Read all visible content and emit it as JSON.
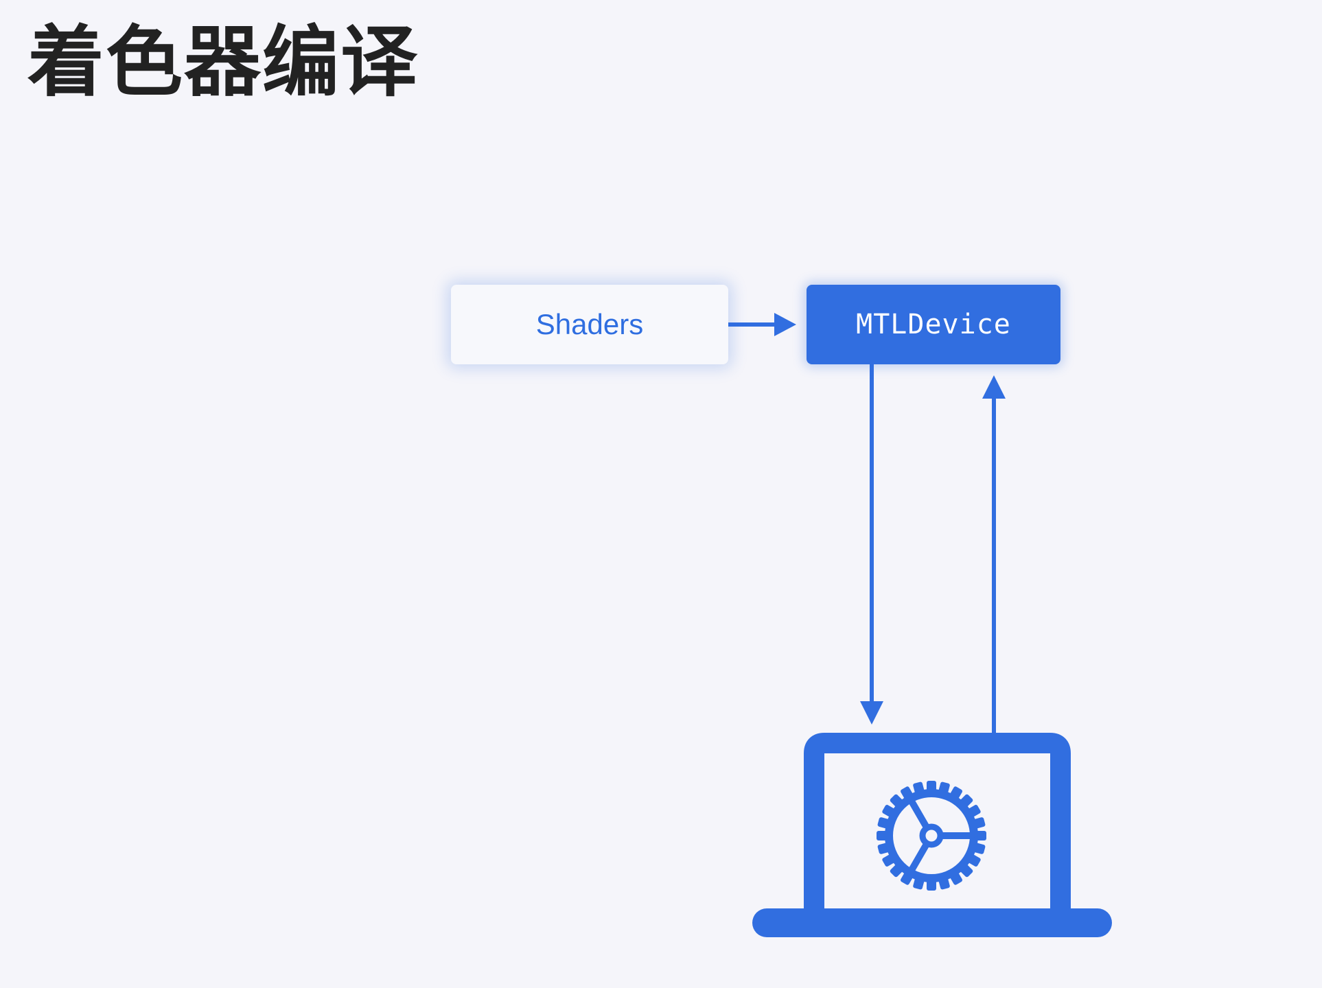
{
  "slide": {
    "title": "着色器编译"
  },
  "diagram": {
    "accent_color": "#316ee0",
    "background_color": "#f5f5fa",
    "nodes": {
      "shaders": {
        "label": "Shaders"
      },
      "device": {
        "label": "MTLDevice"
      },
      "compiler": {
        "icon": "laptop-gear-icon"
      }
    },
    "edges": [
      {
        "from": "shaders",
        "to": "device"
      },
      {
        "from": "device",
        "to": "compiler"
      },
      {
        "from": "compiler",
        "to": "device"
      }
    ]
  }
}
